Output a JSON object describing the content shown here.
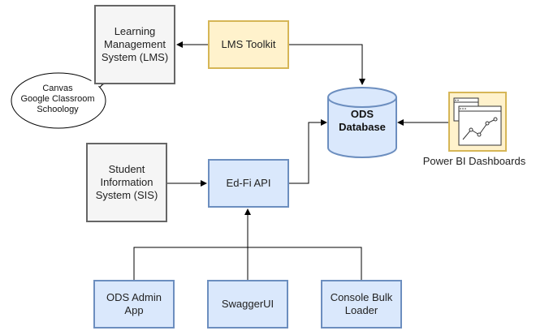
{
  "nodes": {
    "lms": {
      "label": "Learning\nManagement\nSystem (LMS)"
    },
    "lms_toolkit": {
      "label": "LMS Toolkit"
    },
    "ods_database": {
      "label": "ODS\nDatabase"
    },
    "power_bi": {
      "label": "Power BI Dashboards"
    },
    "sis": {
      "label": "Student\nInformation\nSystem (SIS)"
    },
    "edfi_api": {
      "label": "Ed-Fi API"
    },
    "ods_admin": {
      "label": "ODS Admin\nApp"
    },
    "swagger": {
      "label": "SwaggerUI"
    },
    "bulk_loader": {
      "label": "Console Bulk\nLoader"
    }
  },
  "callout": {
    "text": "Canvas\nGoogle Classroom\nSchoology"
  },
  "edges": [
    {
      "from": "lms_toolkit",
      "to": "lms"
    },
    {
      "from": "lms_toolkit",
      "to": "ods_database"
    },
    {
      "from": "power_bi",
      "to": "ods_database"
    },
    {
      "from": "sis",
      "to": "edfi_api"
    },
    {
      "from": "edfi_api",
      "to": "ods_database"
    },
    {
      "from": "ods_admin",
      "to": "edfi_api"
    },
    {
      "from": "swagger",
      "to": "edfi_api"
    },
    {
      "from": "bulk_loader",
      "to": "edfi_api"
    }
  ]
}
